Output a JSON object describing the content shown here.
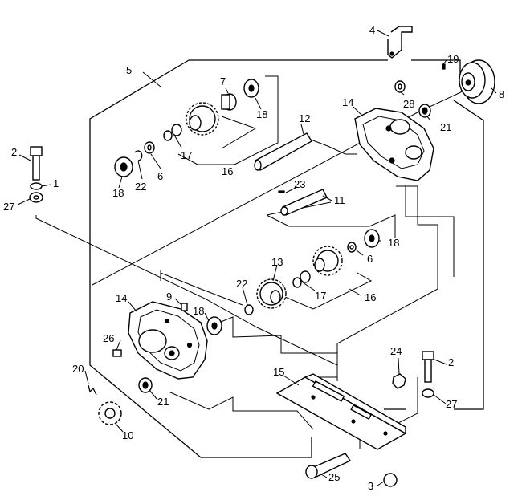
{
  "callouts": [
    {
      "id": "c1",
      "text": "1"
    },
    {
      "id": "c2a",
      "text": "2"
    },
    {
      "id": "c2b",
      "text": "2"
    },
    {
      "id": "c3",
      "text": "3"
    },
    {
      "id": "c4",
      "text": "4"
    },
    {
      "id": "c5",
      "text": "5"
    },
    {
      "id": "c6a",
      "text": "6"
    },
    {
      "id": "c6b",
      "text": "6"
    },
    {
      "id": "c7",
      "text": "7"
    },
    {
      "id": "c8",
      "text": "8"
    },
    {
      "id": "c9",
      "text": "9"
    },
    {
      "id": "c10",
      "text": "10"
    },
    {
      "id": "c11",
      "text": "11"
    },
    {
      "id": "c12",
      "text": "12"
    },
    {
      "id": "c13",
      "text": "13"
    },
    {
      "id": "c14a",
      "text": "14"
    },
    {
      "id": "c14b",
      "text": "14"
    },
    {
      "id": "c15",
      "text": "15"
    },
    {
      "id": "c16a",
      "text": "16"
    },
    {
      "id": "c16b",
      "text": "16"
    },
    {
      "id": "c17a",
      "text": "17"
    },
    {
      "id": "c17b",
      "text": "17"
    },
    {
      "id": "c18a",
      "text": "18"
    },
    {
      "id": "c18b",
      "text": "18"
    },
    {
      "id": "c18c",
      "text": "18"
    },
    {
      "id": "c18d",
      "text": "18"
    },
    {
      "id": "c19",
      "text": "19"
    },
    {
      "id": "c20",
      "text": "20"
    },
    {
      "id": "c21a",
      "text": "21"
    },
    {
      "id": "c21b",
      "text": "21"
    },
    {
      "id": "c22a",
      "text": "22"
    },
    {
      "id": "c22b",
      "text": "22"
    },
    {
      "id": "c23",
      "text": "23"
    },
    {
      "id": "c24",
      "text": "24"
    },
    {
      "id": "c25",
      "text": "25"
    },
    {
      "id": "c26",
      "text": "26"
    },
    {
      "id": "c27a",
      "text": "27"
    },
    {
      "id": "c27b",
      "text": "27"
    },
    {
      "id": "c28",
      "text": "28"
    }
  ]
}
